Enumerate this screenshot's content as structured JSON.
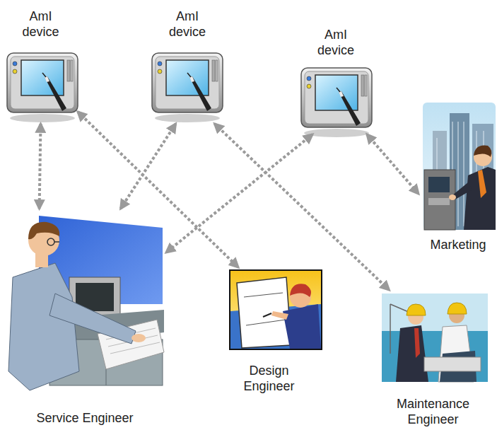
{
  "diagram": {
    "nodes": [
      {
        "text": [
          "AmI device"
        ]
      },
      {
        "text": [
          "AmI device"
        ]
      },
      {
        "text": [
          "AmI device"
        ]
      },
      {
        "text": [
          "Marketing"
        ]
      },
      {
        "text": [
          "Service Engineer"
        ]
      },
      {
        "text": [
          "Design Engineer"
        ]
      },
      {
        "text": [
          "Maintenance Engineer"
        ]
      }
    ],
    "edges": [
      {
        "from": 0,
        "to": 4,
        "arrow": "both"
      },
      {
        "from": 0,
        "to": 5,
        "arrow": "both"
      },
      {
        "from": 1,
        "to": 4,
        "arrow": "both"
      },
      {
        "from": 1,
        "to": 6,
        "arrow": "both"
      },
      {
        "from": 2,
        "to": 4,
        "arrow": "both"
      },
      {
        "from": 2,
        "to": 3,
        "arrow": "both"
      }
    ]
  }
}
